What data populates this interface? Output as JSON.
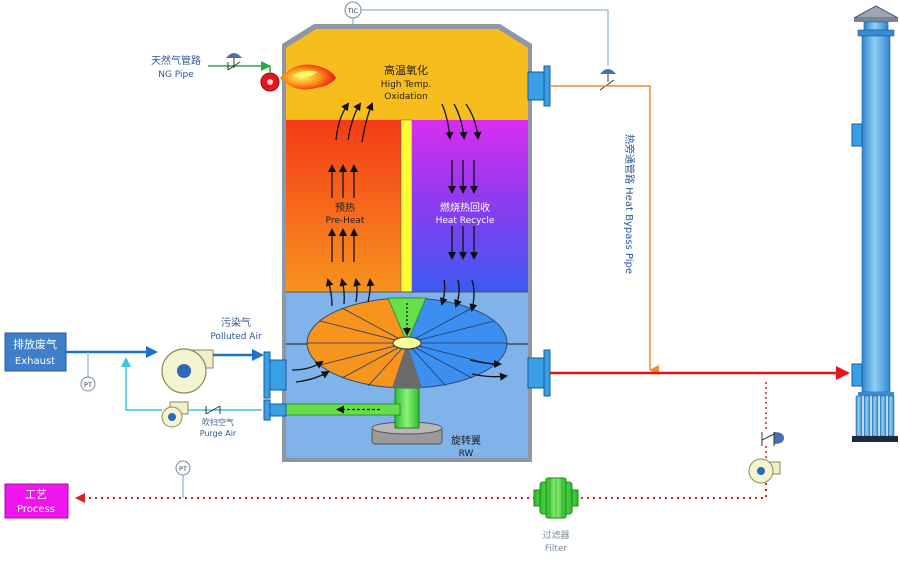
{
  "colors": {
    "oxidation": "#f7bd1c",
    "vessel_blue": "#80b3ea",
    "preheat_top": "#f43b18",
    "preheat_bottom": "#f7941d",
    "recycle_top": "#d62ef0",
    "recycle_bottom": "#3b5bf2",
    "divider": "#ffff33",
    "process_box": "#ee15ee",
    "exhaust_box": "#3f7fc9",
    "hot_pipe": "#e8141b",
    "bypass_pipe": "#f08a3a",
    "process_line": "#e31c1c",
    "air_line": "#1a73c9",
    "purge_line": "#38c6e6",
    "ng_line": "#29a84a",
    "stack": "#5fb0e8",
    "filter": "#2bd43b"
  },
  "labels": {
    "ng_cn": "天然气管路",
    "ng_en": "NG Pipe",
    "tic": "TIC",
    "oxidation_cn": "高温氧化",
    "oxidation_en1": "High Temp.",
    "oxidation_en2": "Oxidation",
    "preheat_cn": "预热",
    "preheat_en": "Pre-Heat",
    "recycle_cn": "燃烧热回收",
    "recycle_en": "Heat Recycle",
    "bypass_vertical": "热旁通管路 Heat Bypass Pipe",
    "exhaust_cn": "排放废气",
    "exhaust_en": "Exhaust",
    "polluted_cn": "污染气",
    "polluted_en": "Polluted Air",
    "pt1": "PT",
    "pt2": "PT",
    "purge_cn": "吹扫空气",
    "purge_en": "Purge Air",
    "rw_cn": "旋转翼",
    "rw_en": "RW",
    "process_cn": "工艺",
    "process_en": "Process",
    "filter_cn": "过滤器",
    "filter_en": "Filter"
  }
}
